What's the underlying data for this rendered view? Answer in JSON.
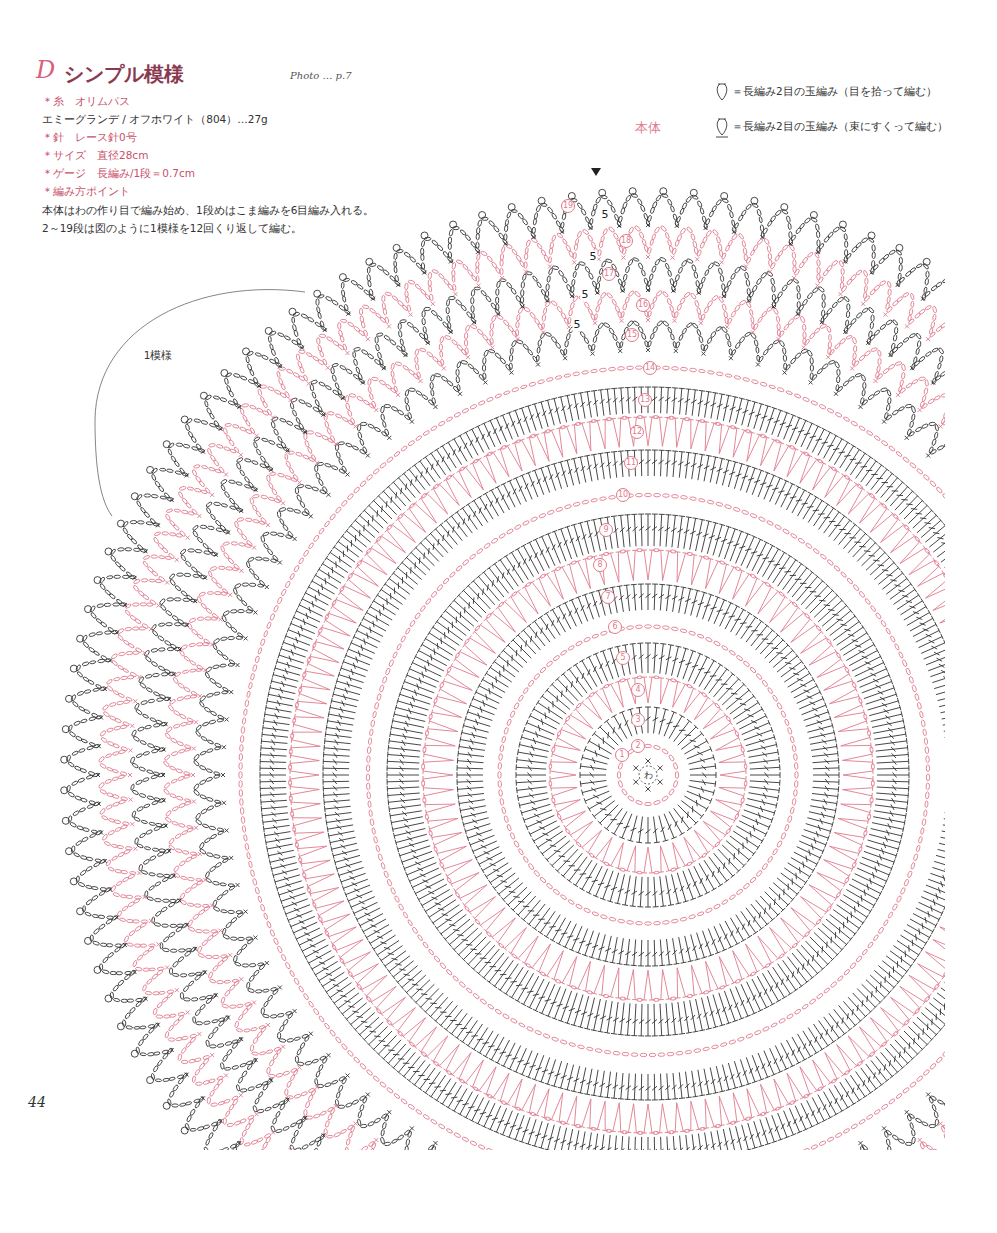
{
  "diagram": {
    "title": "シンプル模様",
    "labels": [
      "D",
      "Photo … p.7",
      "＊糸　オリムパス",
      "エミーグランデ / オフホワイト（804）…27g",
      "＊針　レース針0号",
      "＊サイズ　直径28cm",
      "＊ゲージ　長編み/1段＝0.7cm",
      "＊編み方ポイント",
      "本体はわの作り目で編み始め、1段めはこま編みを6目編み入れる。",
      "2～19段は図のように1模様を12回くり返して編む。",
      "本体",
      "1模様",
      "5",
      "5",
      "5",
      "5",
      "わ",
      "1",
      "2",
      "3",
      "4",
      "5",
      "6",
      "7",
      "8",
      "9",
      "10",
      "11",
      "12",
      "13",
      "14",
      "15",
      "16",
      "17",
      "18",
      "19",
      "44"
    ],
    "legend": [
      {
        "text": "＝長編み2目の玉編み（目を拾って編む）"
      },
      {
        "text": "＝長編み2目の玉編み（束にすくって編む）"
      }
    ]
  }
}
